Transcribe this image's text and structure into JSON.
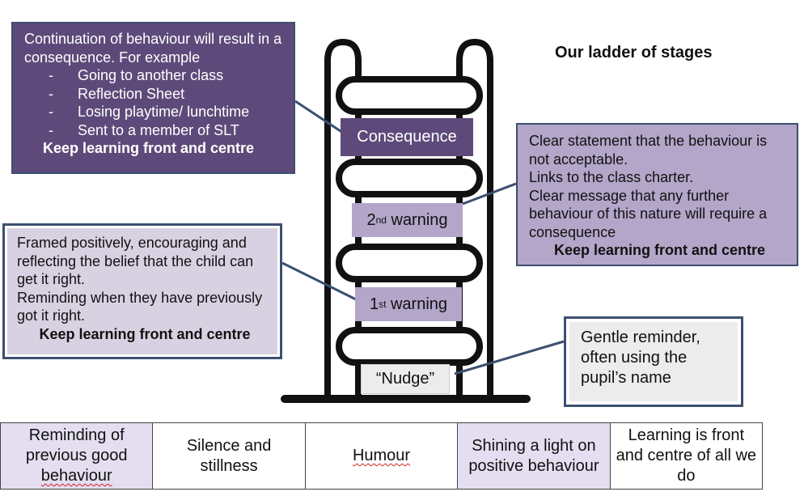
{
  "title": "Our ladder of stages",
  "colors": {
    "dark_purple": "#5e4a7a",
    "mid_purple": "#b3a6c9",
    "light_purple": "#d8d1e2",
    "grey": "#ececec",
    "border_blue": "#3b4f70",
    "ladder": "#111111"
  },
  "stages": {
    "consequence": "Consequence",
    "second_num": "2",
    "second_sup": "nd",
    "second_text": " warning",
    "first_num": "1",
    "first_sup": "st",
    "first_text": " warning",
    "nudge": "“Nudge”"
  },
  "consequence_box": {
    "intro": "Continuation of behaviour will result in a consequence. For example",
    "items": [
      "Going to another class",
      "Reflection Sheet",
      "Losing playtime/ lunchtime",
      "Sent to a member of SLT"
    ],
    "emphasis": "Keep learning front and centre"
  },
  "second_warning_box": {
    "lines": [
      "Clear statement that the behaviour is not acceptable.",
      "Links to the class charter.",
      "Clear message that any further behaviour of this nature will require a consequence"
    ],
    "emphasis": "Keep learning front and centre"
  },
  "first_warning_box": {
    "lines": [
      "Framed positively, encouraging and reflecting the belief that the child can get it right.",
      "Reminding when they have previously got it right."
    ],
    "emphasis": "Keep learning front and centre"
  },
  "nudge_box": {
    "text": "Gentle reminder, often using the pupil’s name"
  },
  "strip": [
    {
      "pre": "Reminding of previous good ",
      "squiggle": "behaviour",
      "post": ""
    },
    {
      "pre": "Silence and stillness",
      "squiggle": "",
      "post": ""
    },
    {
      "pre": "",
      "squiggle": "Humour",
      "post": ""
    },
    {
      "pre": "Shining a light on positive behaviour",
      "squiggle": "",
      "post": ""
    },
    {
      "pre": "Learning is front and centre of all we do",
      "squiggle": "",
      "post": ""
    }
  ]
}
